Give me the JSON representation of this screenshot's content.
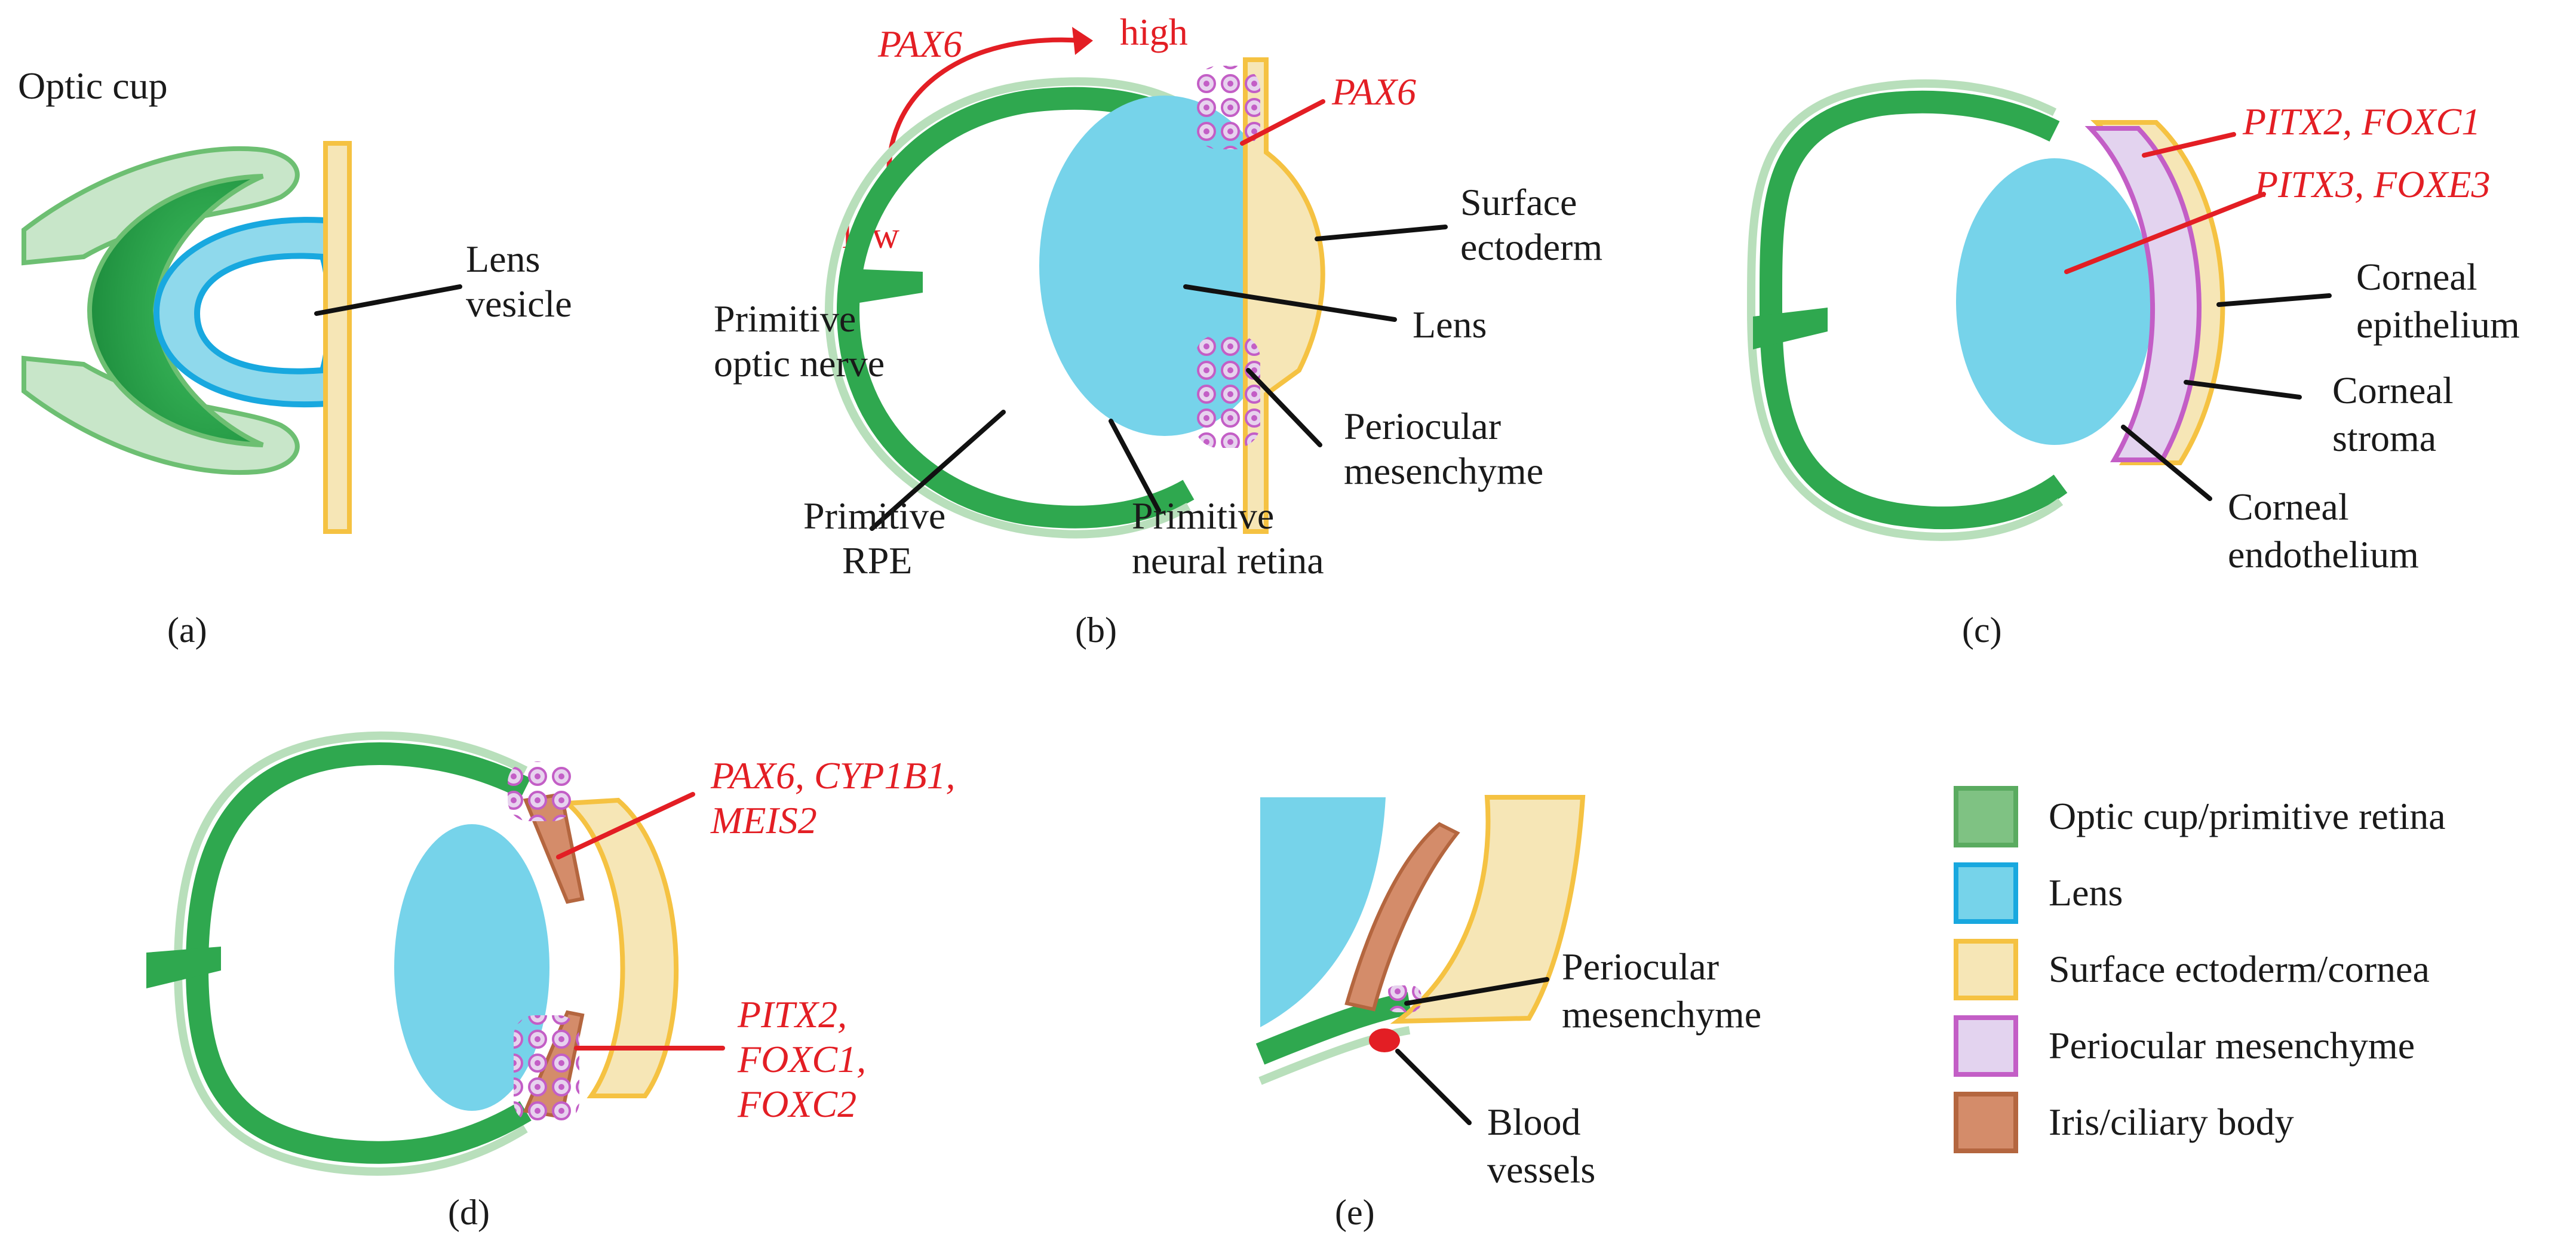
{
  "colors": {
    "optic_cup": "#2fa84f",
    "optic_cup_light": "#a9d7ad",
    "lens": "#76d3ea",
    "lens_border": "#18a8df",
    "ectoderm_fill": "#f6e6b6",
    "ectoderm_border": "#f5c242",
    "mesenchyme_fill": "#e3d3ef",
    "mesenchyme_border": "#c35ec6",
    "iris": "#d48c6a",
    "iris_border": "#b4663f",
    "gene_red": "#e31e24"
  },
  "panel_a": {
    "title": "Optic cup",
    "lens_vesicle_1": "Lens",
    "lens_vesicle_2": "vesicle",
    "caption": "(a)"
  },
  "panel_b": {
    "gradient_gene": "PAX6",
    "gradient_high": "high",
    "gradient_low": "low",
    "ectoderm_gene": "PAX6",
    "surface_ectoderm_1": "Surface",
    "surface_ectoderm_2": "ectoderm",
    "lens": "Lens",
    "primitive_optic_nerve_1": "Primitive",
    "primitive_optic_nerve_2": "optic nerve",
    "periocular_mesenchyme_1": "Periocular",
    "periocular_mesenchyme_2": "mesenchyme",
    "primitive_rpe_1": "Primitive",
    "primitive_rpe_2": "RPE",
    "primitive_neural_retina_1": "Primitive",
    "primitive_neural_retina_2": "neural retina",
    "caption": "(b)"
  },
  "panel_c": {
    "gene_1": "PITX2, FOXC1",
    "gene_2": "PITX3, FOXE3",
    "corneal_epithelium_1": "Corneal",
    "corneal_epithelium_2": "epithelium",
    "corneal_stroma_1": "Corneal",
    "corneal_stroma_2": "stroma",
    "corneal_endothelium_1": "Corneal",
    "corneal_endothelium_2": "endothelium",
    "caption": "(c)"
  },
  "panel_d": {
    "gene_top_1": "PAX6, CYP1B1,",
    "gene_top_2": "MEIS2",
    "gene_bottom_1": "PITX2,",
    "gene_bottom_2": "FOXC1,",
    "gene_bottom_3": "FOXC2",
    "caption": "(d)"
  },
  "panel_e": {
    "periocular_mesenchyme_1": "Periocular",
    "periocular_mesenchyme_2": "mesenchyme",
    "blood_vessels_1": "Blood",
    "blood_vessels_2": "vessels",
    "caption": "(e)"
  },
  "legend": [
    {
      "label": "Optic cup/primitive retina",
      "fill": "#7fc283",
      "border": "#5aab60"
    },
    {
      "label": "Lens",
      "fill": "#76d3ea",
      "border": "#18a8df"
    },
    {
      "label": "Surface ectoderm/cornea",
      "fill": "#f6e6b6",
      "border": "#f5c242"
    },
    {
      "label": "Periocular mesenchyme",
      "fill": "#e3d3ef",
      "border": "#c35ec6"
    },
    {
      "label": "Iris/ciliary body",
      "fill": "#d48c6a",
      "border": "#b4663f"
    }
  ]
}
